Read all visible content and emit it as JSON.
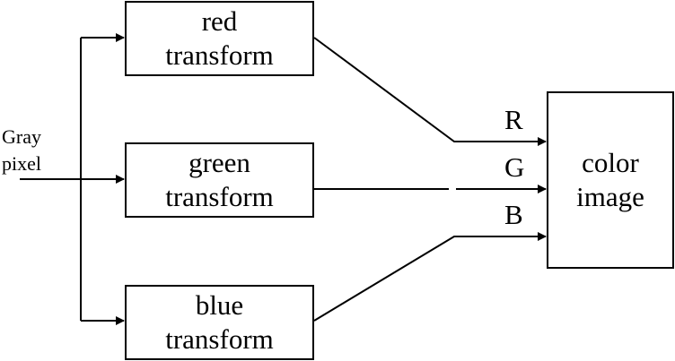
{
  "input": {
    "line1": "Gray",
    "line2": "pixel"
  },
  "transforms": [
    {
      "line1": "red",
      "line2": "transform"
    },
    {
      "line1": "green",
      "line2": "transform"
    },
    {
      "line1": "blue",
      "line2": "transform"
    }
  ],
  "channels": [
    "R",
    "G",
    "B"
  ],
  "output": {
    "line1": "color",
    "line2": "image"
  }
}
